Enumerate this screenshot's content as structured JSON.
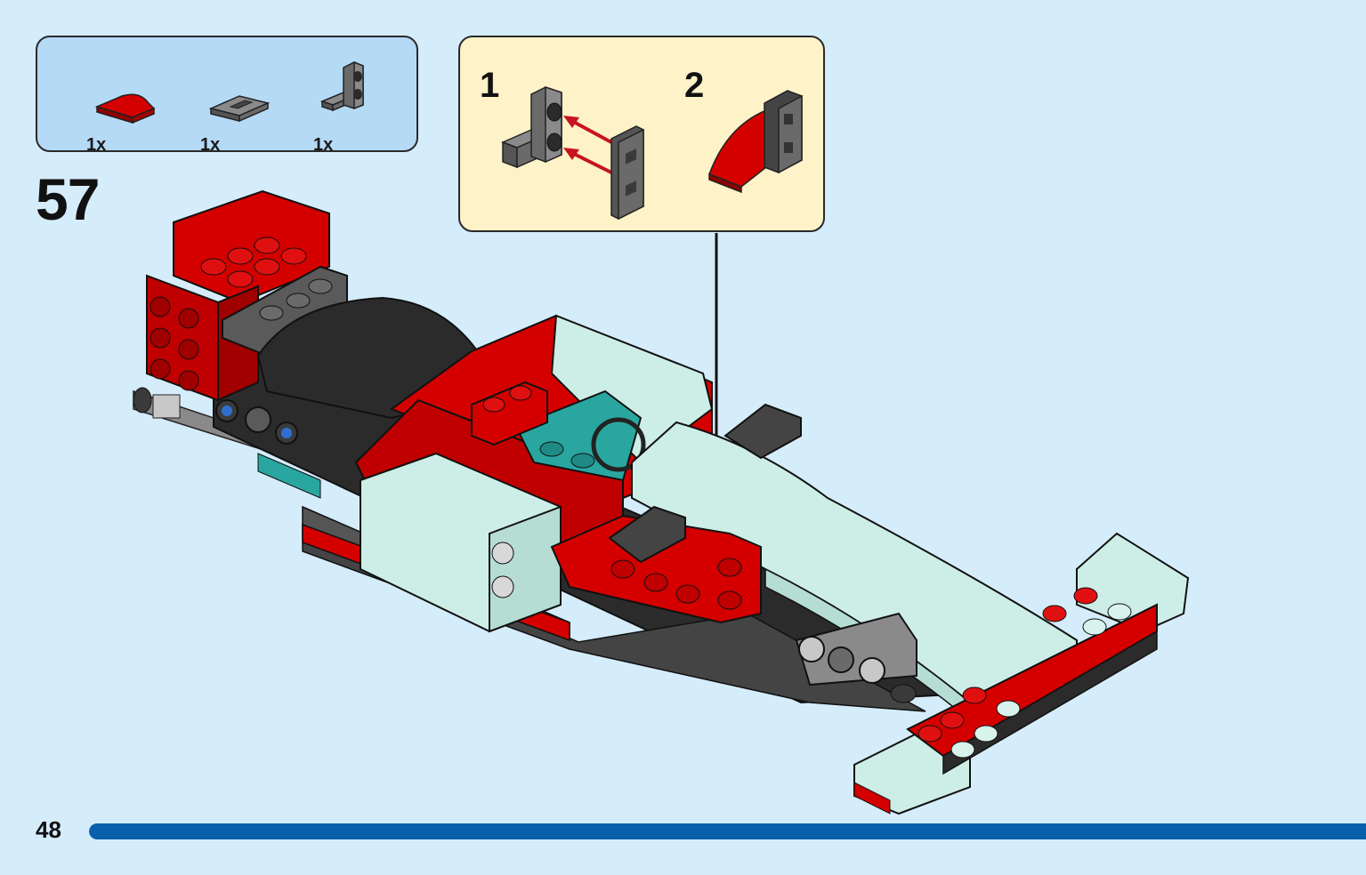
{
  "parts_list": {
    "items": [
      {
        "name": "red-slope-curved-icon",
        "qty": "1x",
        "color": "#d40000"
      },
      {
        "name": "dark-gray-tile-grille-icon",
        "qty": "1x",
        "color": "#6b6b6b"
      },
      {
        "name": "dark-gray-bracket-icon",
        "qty": "1x",
        "color": "#6b6b6b"
      }
    ]
  },
  "step": {
    "number": "57"
  },
  "callout": {
    "substeps": [
      {
        "label": "1"
      },
      {
        "label": "2"
      }
    ]
  },
  "footer": {
    "page_number": "48",
    "progress": 1.0
  },
  "colors": {
    "background": "#d5ecfb",
    "parts_box": "#b4daf6",
    "callout_box": "#fdf2c8",
    "brick_red": "#d40000",
    "brick_dark_gray": "#5a5a5a",
    "brick_black": "#2b2b2b",
    "brick_light_aqua": "#cdeee6",
    "brick_teal": "#2aa6a0",
    "progress_bar": "#0a5fab"
  }
}
